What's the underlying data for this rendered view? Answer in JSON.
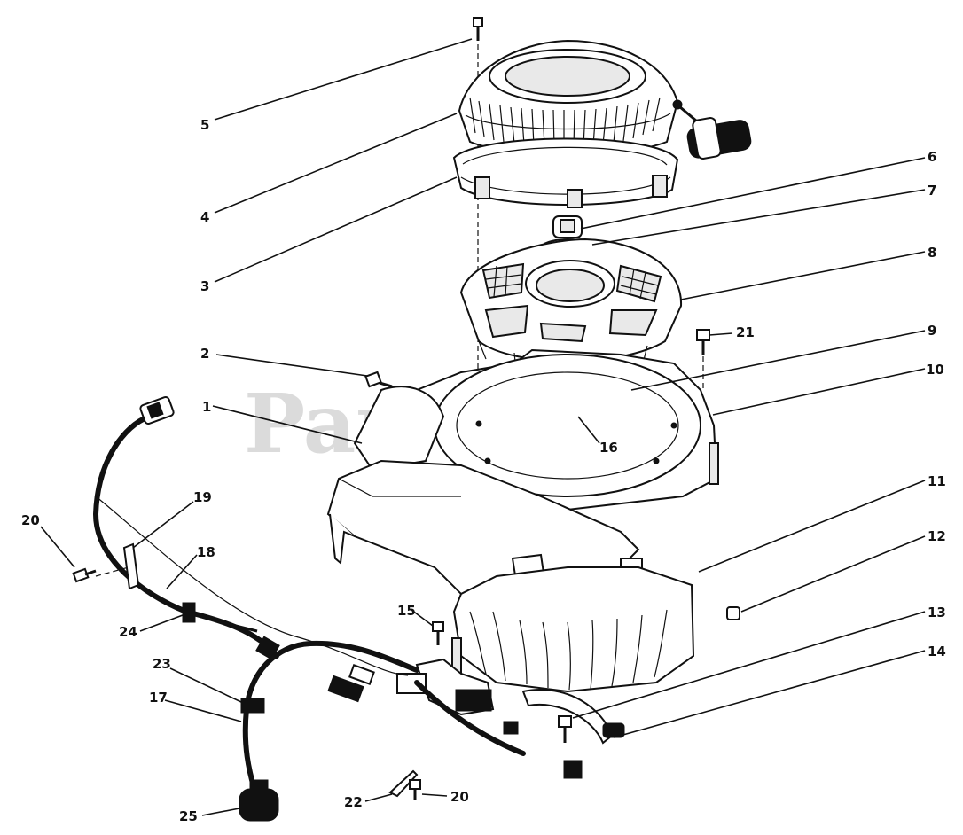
{
  "watermark": "PartsTree",
  "callouts": {
    "c1": "1",
    "c2": "2",
    "c3": "3",
    "c4": "4",
    "c5": "5",
    "c6": "6",
    "c7": "7",
    "c8": "8",
    "c9": "9",
    "c10": "10",
    "c11": "11",
    "c12": "12",
    "c13": "13",
    "c14": "14",
    "c15": "15",
    "c16": "16",
    "c17": "17",
    "c18": "18",
    "c19": "19",
    "c20a": "20",
    "c20b": "20",
    "c21": "21",
    "c22": "22",
    "c23": "23",
    "c24": "24",
    "c25": "25"
  }
}
